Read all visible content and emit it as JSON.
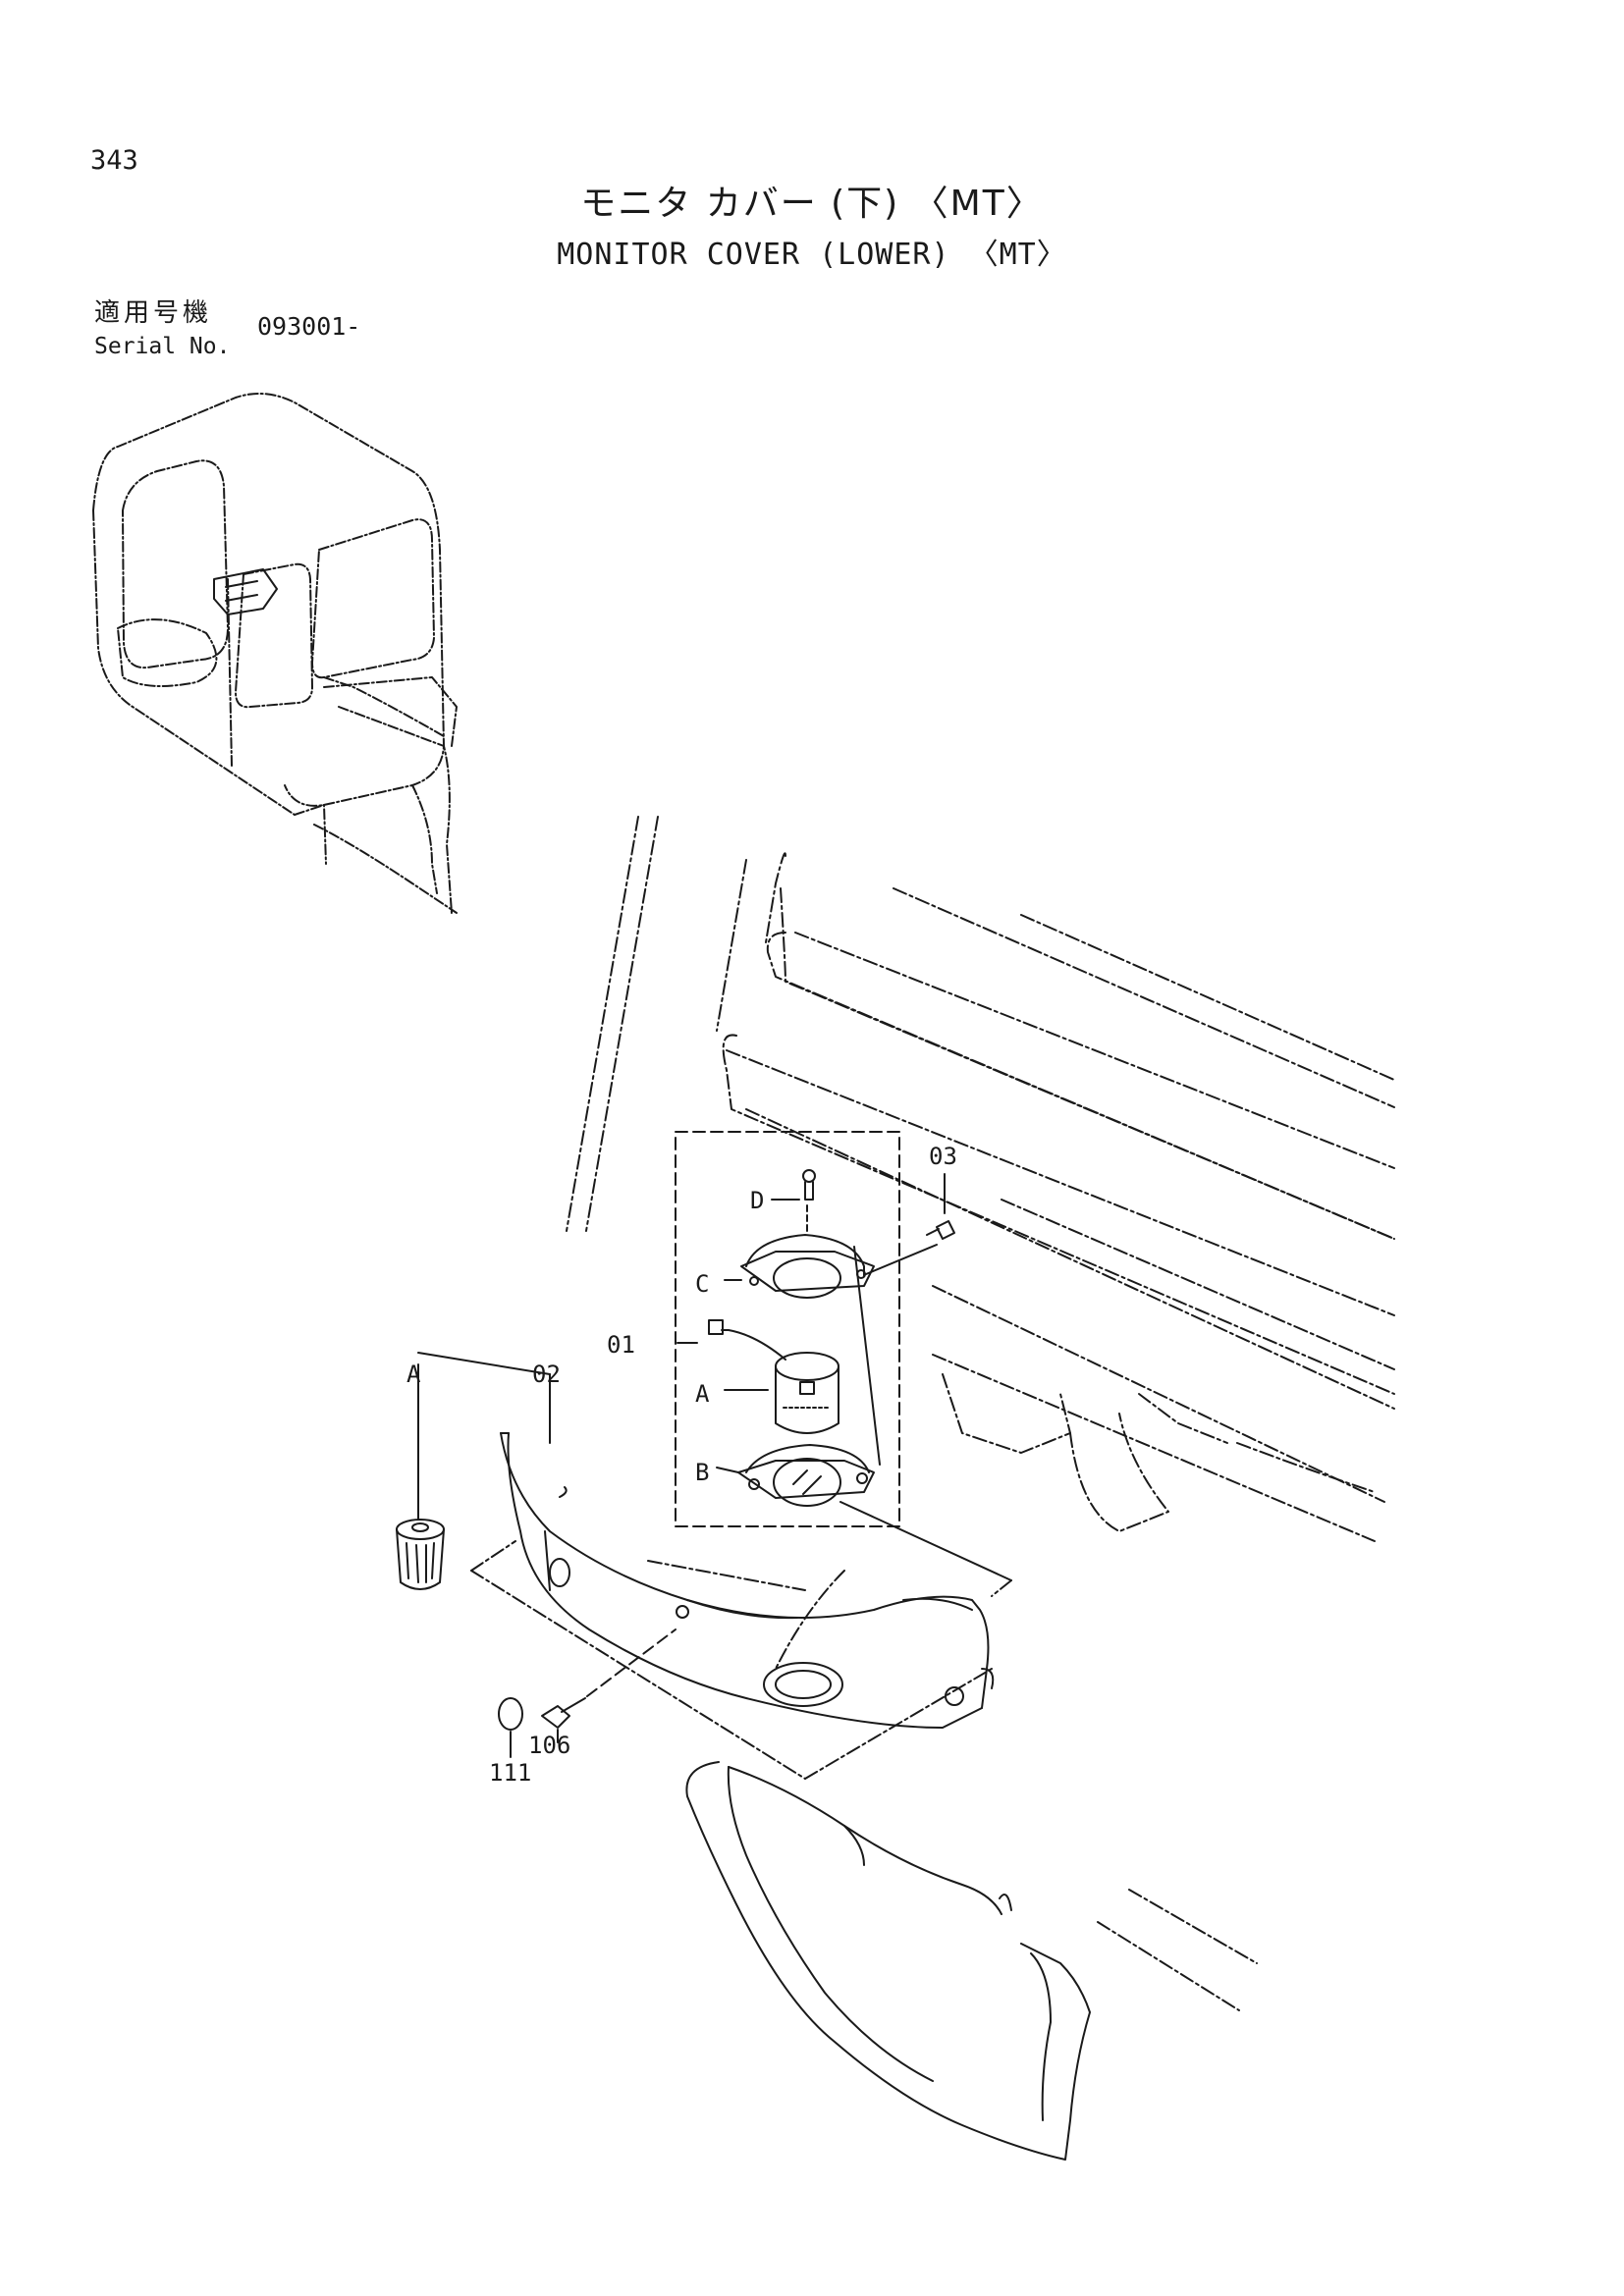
{
  "page": {
    "number": "343",
    "title_ja": "モニタ カバー (下) 〈MT〉",
    "title_en": "MONITOR COVER (LOWER) 〈MT〉"
  },
  "serial": {
    "label_ja": "適用号機",
    "label_en": "Serial No.",
    "value": "093001-"
  },
  "callouts": {
    "c01": "01",
    "c02": "02",
    "c03": "03",
    "c106": "106",
    "c111": "111",
    "sub_a_top": "A",
    "sub_a": "A",
    "sub_b": "B",
    "sub_c": "C",
    "sub_d": "D"
  },
  "colors": {
    "ink": "#1a1a1a",
    "paper": "#ffffff"
  }
}
